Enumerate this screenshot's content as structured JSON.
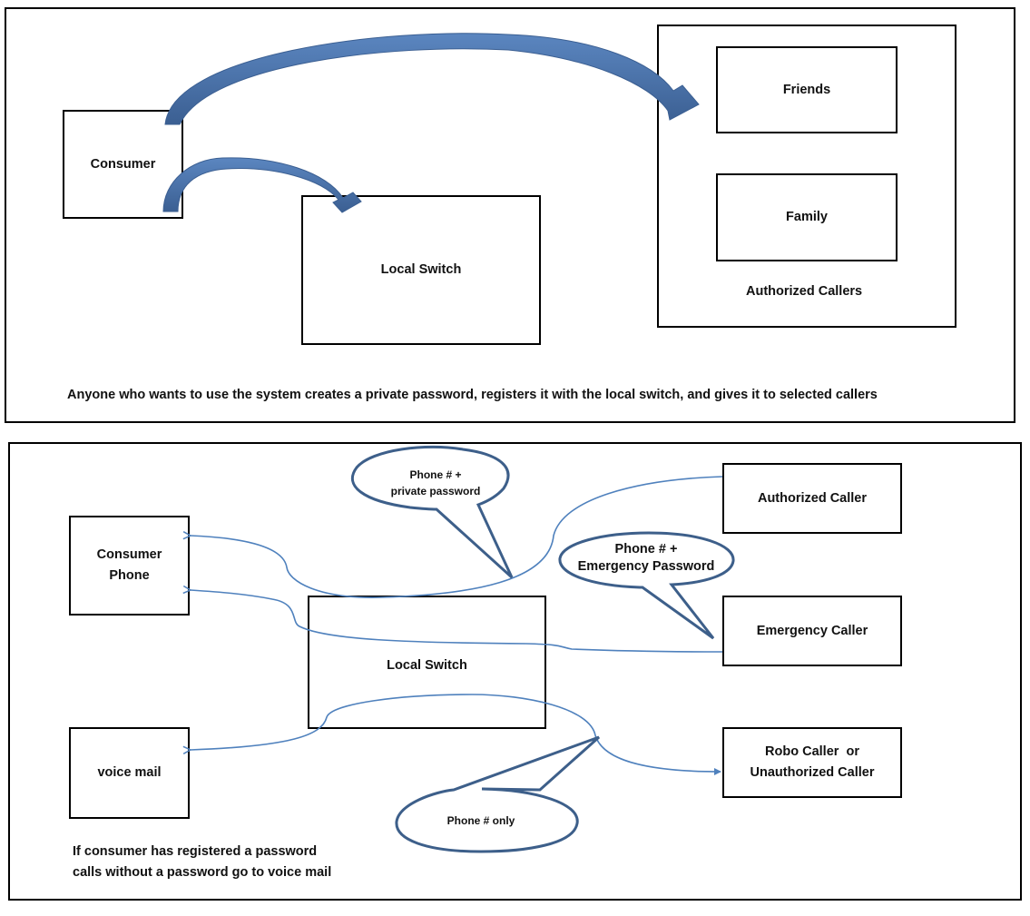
{
  "top_panel": {
    "consumer": "Consumer",
    "local_switch": "Local Switch",
    "friends": "Friends",
    "family": "Family",
    "authorized_callers": "Authorized Callers",
    "caption": "Anyone who wants to use the system creates a private password, registers it with the local switch, and gives it to selected callers"
  },
  "bottom_panel": {
    "consumer_phone": [
      "Consumer",
      "Phone"
    ],
    "voice_mail": "voice mail",
    "local_switch": "Local Switch",
    "authorized_caller": "Authorized Caller",
    "emergency_caller": "Emergency Caller",
    "robo_caller": [
      "Robo Caller  or",
      "Unauthorized Caller"
    ],
    "callout_private": [
      "Phone # +",
      "private password"
    ],
    "callout_emergency": [
      "Phone # +",
      "Emergency Password"
    ],
    "callout_phone_only": "Phone # only",
    "caption": [
      "If consumer has registered a password",
      "calls without a password go to voice mail"
    ]
  },
  "colors": {
    "arrow_fill": "#4a70a8",
    "connector": "#4f81bd",
    "callout_stroke": "#3d5f8a"
  }
}
